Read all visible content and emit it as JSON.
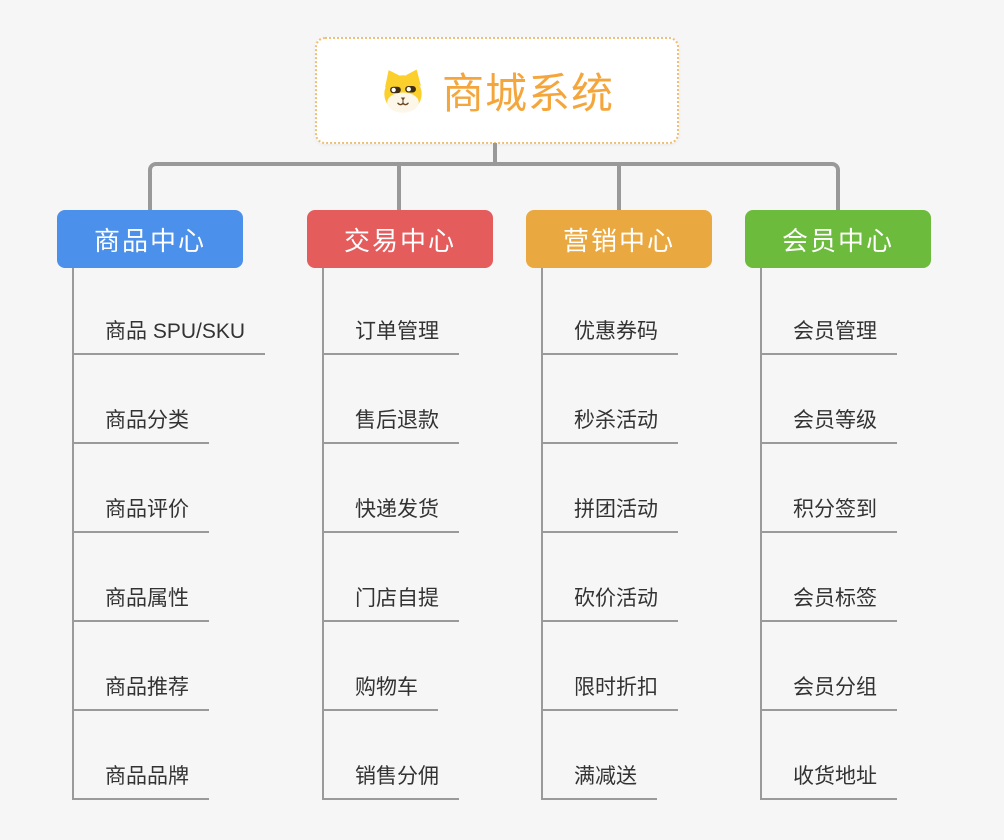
{
  "canvas": {
    "background": "#f6f6f6",
    "connector_color": "#999999"
  },
  "root": {
    "title": "商城系统",
    "icon": "dog-face-icon",
    "title_color": "#f4a63c",
    "border_color": "#f3bd72"
  },
  "branches": [
    {
      "label": "商品中心",
      "color": "#4b90ea",
      "items": [
        "商品 SPU/SKU",
        "商品分类",
        "商品评价",
        "商品属性",
        "商品推荐",
        "商品品牌"
      ]
    },
    {
      "label": "交易中心",
      "color": "#e45c5c",
      "items": [
        "订单管理",
        "售后退款",
        "快递发货",
        "门店自提",
        "购物车",
        "销售分佣"
      ]
    },
    {
      "label": "营销中心",
      "color": "#eaa940",
      "items": [
        "优惠券码",
        "秒杀活动",
        "拼团活动",
        "砍价活动",
        "限时折扣",
        "满减送"
      ]
    },
    {
      "label": "会员中心",
      "color": "#6cbb3c",
      "items": [
        "会员管理",
        "会员等级",
        "积分签到",
        "会员标签",
        "会员分组",
        "收货地址"
      ]
    }
  ]
}
